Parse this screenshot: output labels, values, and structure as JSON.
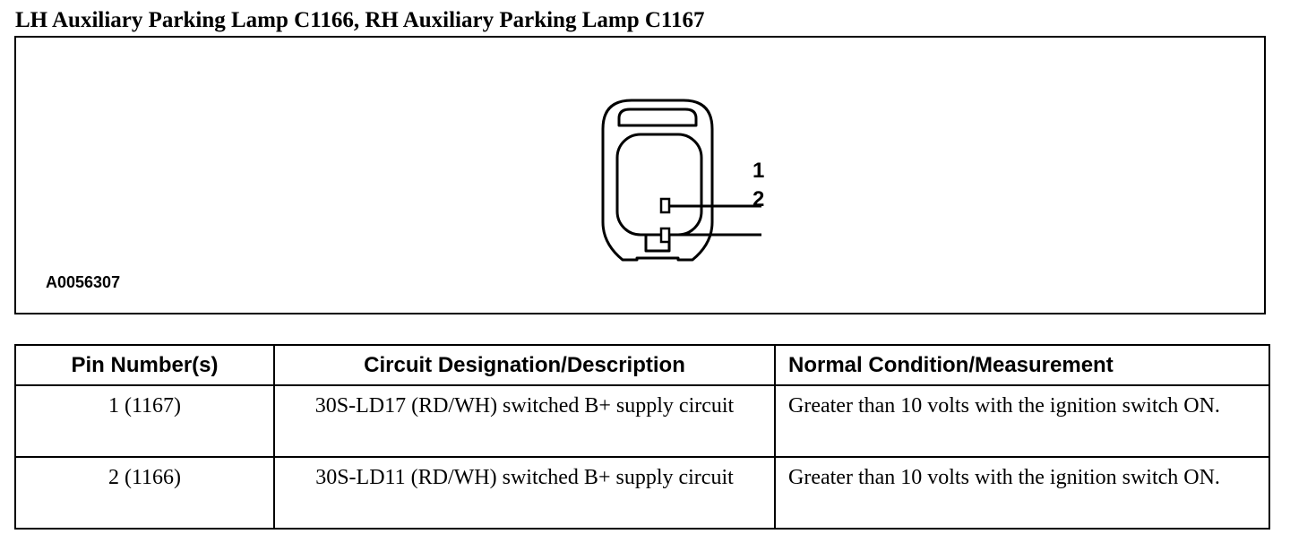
{
  "title": "LH Auxiliary Parking Lamp C1166, RH Auxiliary Parking Lamp C1167",
  "figure": {
    "pins": [
      "1",
      "2"
    ],
    "id": "A0056307"
  },
  "table": {
    "headers": [
      "Pin Number(s)",
      "Circuit Designation/Description",
      "Normal Condition/Measurement"
    ],
    "rows": [
      {
        "pin": "1 (1167)",
        "circuit": "30S-LD17 (RD/WH) switched B+ supply circuit",
        "condition": "Greater than 10 volts with the ignition switch ON."
      },
      {
        "pin": "2 (1166)",
        "circuit": "30S-LD11 (RD/WH) switched B+ supply circuit",
        "condition": "Greater than 10 volts with the ignition switch ON."
      }
    ]
  }
}
